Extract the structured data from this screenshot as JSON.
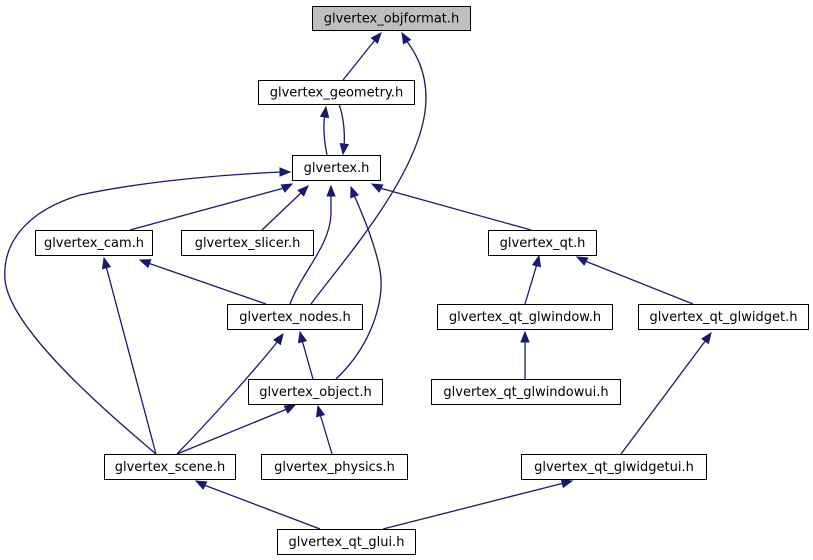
{
  "graph": {
    "nodes": [
      {
        "id": "objformat",
        "label": "glvertex_objformat.h",
        "highlighted": true
      },
      {
        "id": "geometry",
        "label": "glvertex_geometry.h"
      },
      {
        "id": "glvertex",
        "label": "glvertex.h"
      },
      {
        "id": "cam",
        "label": "glvertex_cam.h"
      },
      {
        "id": "slicer",
        "label": "glvertex_slicer.h"
      },
      {
        "id": "qt",
        "label": "glvertex_qt.h"
      },
      {
        "id": "nodes",
        "label": "glvertex_nodes.h"
      },
      {
        "id": "qt_glwindow",
        "label": "glvertex_qt_glwindow.h"
      },
      {
        "id": "qt_glwidget",
        "label": "glvertex_qt_glwidget.h"
      },
      {
        "id": "object",
        "label": "glvertex_object.h"
      },
      {
        "id": "qt_glwindowui",
        "label": "glvertex_qt_glwindowui.h"
      },
      {
        "id": "scene",
        "label": "glvertex_scene.h"
      },
      {
        "id": "physics",
        "label": "glvertex_physics.h"
      },
      {
        "id": "qt_glwidgetui",
        "label": "glvertex_qt_glwidgetui.h"
      },
      {
        "id": "qt_glui",
        "label": "glvertex_qt_glui.h"
      }
    ],
    "edges": [
      {
        "from": "geometry",
        "to": "objformat"
      },
      {
        "from": "nodes",
        "to": "objformat"
      },
      {
        "from": "glvertex",
        "to": "geometry"
      },
      {
        "from": "geometry",
        "to": "glvertex"
      },
      {
        "from": "cam",
        "to": "glvertex"
      },
      {
        "from": "slicer",
        "to": "glvertex"
      },
      {
        "from": "qt",
        "to": "glvertex"
      },
      {
        "from": "nodes",
        "to": "glvertex"
      },
      {
        "from": "object",
        "to": "glvertex"
      },
      {
        "from": "scene",
        "to": "glvertex"
      },
      {
        "from": "nodes",
        "to": "cam"
      },
      {
        "from": "scene",
        "to": "cam"
      },
      {
        "from": "qt_glwindow",
        "to": "qt"
      },
      {
        "from": "qt_glwidget",
        "to": "qt"
      },
      {
        "from": "object",
        "to": "nodes"
      },
      {
        "from": "scene",
        "to": "nodes"
      },
      {
        "from": "qt_glwindowui",
        "to": "qt_glwindow"
      },
      {
        "from": "qt_glwidgetui",
        "to": "qt_glwidget"
      },
      {
        "from": "scene",
        "to": "object"
      },
      {
        "from": "physics",
        "to": "object"
      },
      {
        "from": "qt_glui",
        "to": "scene"
      },
      {
        "from": "qt_glui",
        "to": "qt_glwidgetui"
      }
    ],
    "colors": {
      "edge": "#191970",
      "node_border": "#000000",
      "node_fill": "#ffffff",
      "highlight_fill": "#bfbfbf"
    }
  }
}
